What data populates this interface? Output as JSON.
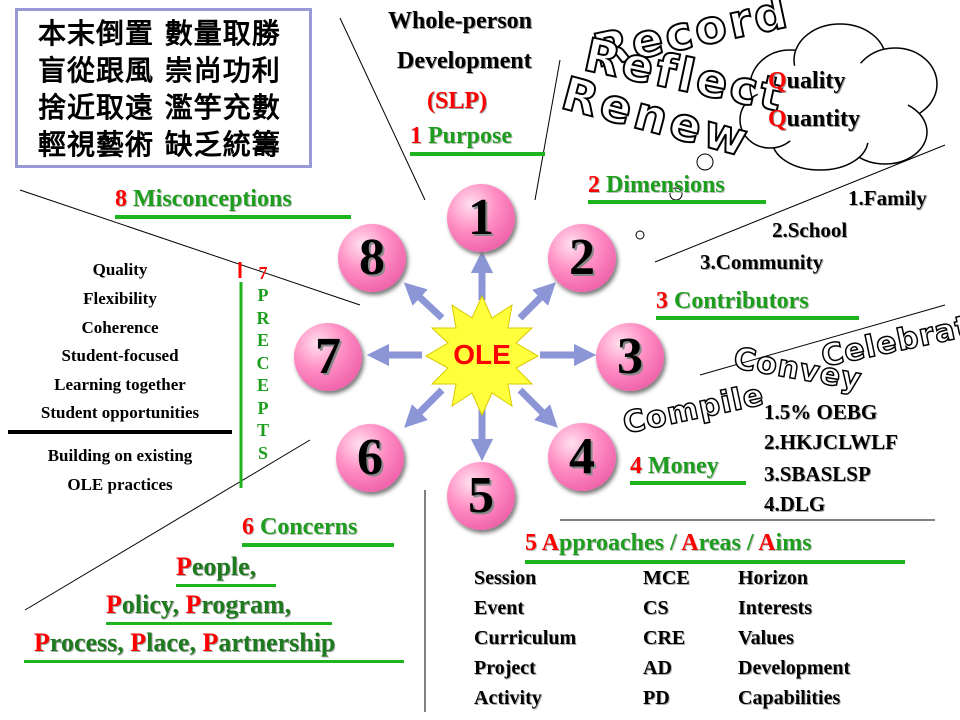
{
  "chinese_box": {
    "lines": [
      "本末倒置 數量取勝",
      "盲從跟風 崇尚功利",
      "捨近取遠 濫竽充數",
      "輕視藝術 缺乏統籌"
    ]
  },
  "top": {
    "line1": "Whole-person",
    "line2": "Development",
    "slp": "(SLP)",
    "purpose_num": "1",
    "purpose_label": "Purpose"
  },
  "stamps": {
    "record": "Record",
    "reflect": "Reflect",
    "renew": "Renew",
    "celebrate": "Celebrate",
    "convey": "Convey",
    "compile": "Compile"
  },
  "cloud": {
    "q1_initial": "Q",
    "q1_rest": "uality",
    "q2_initial": "Q",
    "q2_rest": "uantity"
  },
  "center": {
    "label": "OLE",
    "spokes": [
      "1",
      "2",
      "3",
      "4",
      "5",
      "6",
      "7",
      "8"
    ]
  },
  "dimensions": {
    "num": "2",
    "label": "Dimensions",
    "items": [
      "1.Family",
      "2.School",
      "3.Community"
    ]
  },
  "contributors": {
    "num": "3",
    "label": "Contributors"
  },
  "money": {
    "num": "4",
    "label": "Money",
    "items": [
      "1.5% OEBG",
      "2.HKJCLWLF",
      "3.SBASLSP",
      "4.DLG"
    ]
  },
  "approaches": {
    "title_parts": [
      "5 ",
      "A",
      "pproaches / ",
      "A",
      "reas / ",
      "A",
      "ims"
    ],
    "col1": [
      "Session",
      "Event",
      "Curriculum",
      "Project",
      "Activity"
    ],
    "col2": [
      "MCE",
      "CS",
      "CRE",
      "AD",
      "PD"
    ],
    "col3": [
      "Horizon",
      "Interests",
      "Values",
      "Development",
      "Capabilities"
    ]
  },
  "concerns": {
    "num": "6",
    "label": "Concerns",
    "line1": [
      "P",
      "eople,"
    ],
    "line2": [
      "P",
      "olicy, ",
      "P",
      "rogram,"
    ],
    "line3": [
      "P",
      "rocess, ",
      "P",
      "lace, ",
      "P",
      "artnership"
    ]
  },
  "precepts": {
    "num": "7",
    "letters": [
      "P",
      "R",
      "E",
      "C",
      "E",
      "P",
      "T",
      "S"
    ],
    "items": [
      "Quality",
      "Flexibility",
      "Coherence",
      "Student-focused",
      "Learning together",
      "Student opportunities"
    ],
    "extra_line1": "Building on existing",
    "extra_line2": "OLE practices"
  },
  "misconceptions": {
    "num": "8",
    "label": "Misconceptions"
  },
  "colors": {
    "accent_red": "#ff0000",
    "accent_green": "#1eb41e",
    "circle_pink": "#ff8ec4",
    "star_yellow": "#ffff3c",
    "arrow_blue": "#8c96d6"
  }
}
